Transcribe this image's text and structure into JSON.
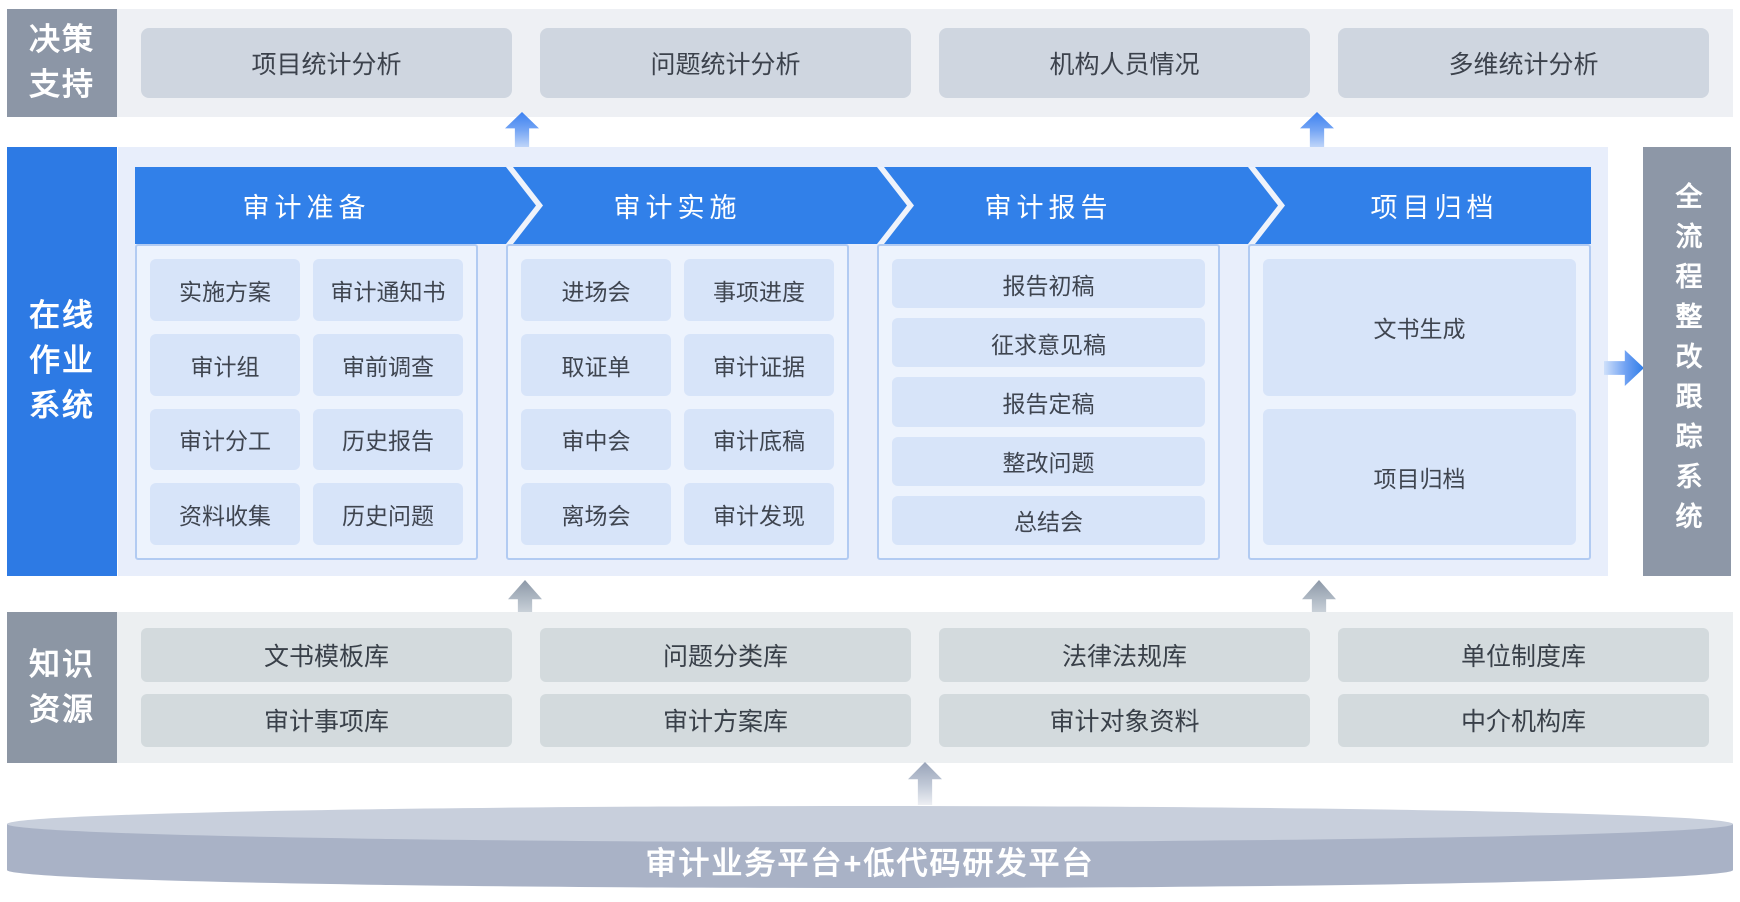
{
  "decision_support": {
    "label_lines": [
      "决策",
      "支持"
    ],
    "items": [
      "项目统计分析",
      "问题统计分析",
      "机构人员情况",
      "多维统计分析"
    ]
  },
  "online_system": {
    "label_lines": [
      "在线",
      "作业",
      "系统"
    ],
    "columns": [
      {
        "header": "审计准备",
        "items": [
          "实施方案",
          "审计通知书",
          "审计组",
          "审前调查",
          "审计分工",
          "历史报告",
          "资料收集",
          "历史问题"
        ]
      },
      {
        "header": "审计实施",
        "items": [
          "进场会",
          "事项进度",
          "取证单",
          "审计证据",
          "审中会",
          "审计底稿",
          "离场会",
          "审计发现"
        ]
      },
      {
        "header": "审计报告",
        "items": [
          "报告初稿",
          "征求意见稿",
          "报告定稿",
          "整改问题",
          "总结会"
        ]
      },
      {
        "header": "项目归档",
        "items": [
          "文书生成",
          "项目归档"
        ]
      }
    ]
  },
  "tracking_system": {
    "label": "全流程整改跟踪系统"
  },
  "knowledge": {
    "label_lines": [
      "知识",
      "资源"
    ],
    "row1": [
      "文书模板库",
      "问题分类库",
      "法律法规库",
      "单位制度库"
    ],
    "row2": [
      "审计事项库",
      "审计方案库",
      "审计对象资料",
      "中介机构库"
    ]
  },
  "platform": {
    "label": "审计业务平台+低代码研发平台"
  },
  "colors": {
    "accent_blue": "#3180e9",
    "sidebar_blue": "#2d7ae4",
    "gray_label": "#8c96a6",
    "chip_blue": "#d7e4f9",
    "panel_bg": "#edf3fd",
    "mid_bg": "#e8eefb",
    "top_button_gray": "#cfd6e0",
    "knowledge_button_gray": "#d3dadd",
    "cylinder_gray_blue": "#a9b2c6"
  }
}
